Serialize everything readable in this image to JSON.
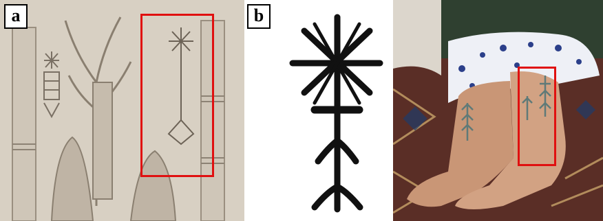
{
  "panels": [
    {
      "label": "a",
      "subject": "cylinder-seal-impression"
    },
    {
      "label": "b",
      "subject": "symbol-drawing"
    },
    {
      "label": "",
      "subject": "tattooed-ankles-photo"
    }
  ],
  "colors": {
    "highlight": "#e01010",
    "stone": "#d9d2c6",
    "ink": "#111111",
    "tattoo": "#5f7a78",
    "skin": "#c99676"
  }
}
